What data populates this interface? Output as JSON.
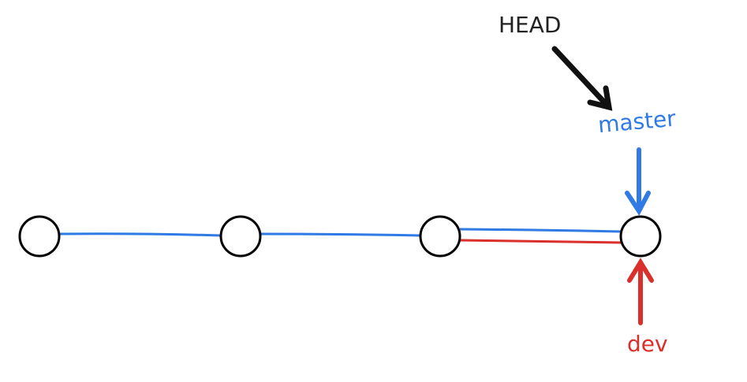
{
  "labels": {
    "head": "HEAD",
    "master": "master",
    "dev": "dev"
  },
  "colors": {
    "master": "#2f7ae5",
    "dev": "#d9302c",
    "head": "#111111"
  },
  "commits": 4
}
